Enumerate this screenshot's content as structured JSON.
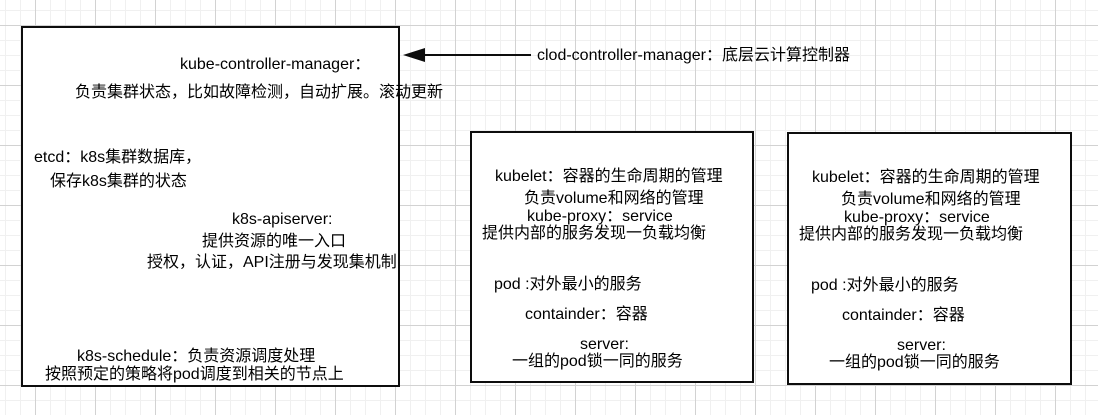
{
  "colors": {
    "stroke": "#0d0d0d",
    "text": "#000000",
    "grid_minor": "#f0f0f0",
    "grid_major": "#d2d2d2",
    "box_fill": "#ffffff"
  },
  "annotation": {
    "label": "clod-controller-manager：底层云计算控制器",
    "arrow_icon": "left-arrow"
  },
  "master_box": {
    "line1": "kube-controller-manager：",
    "line2": "负责集群状态，比如故障检测，自动扩展。滚动更新",
    "line3": "etcd：k8s集群数据库，",
    "line4": "保存k8s集群的状态",
    "line5": "k8s-apiserver:",
    "line6": "提供资源的唯一入口",
    "line7": "授权，认证，API注册与发现集机制",
    "line8": "k8s-schedule：负责资源调度处理",
    "line9": "按照预定的策略将pod调度到相关的节点上"
  },
  "worker_box": {
    "line1": "kubelet：容器的生命周期的管理",
    "line2": "负责volume和网络的管理",
    "line3": "kube-proxy：service",
    "line4": "提供内部的服务发现一负载均衡",
    "line5": "pod :对外最小的服务",
    "line6": "containder：容器",
    "line7": "server:",
    "line8": "一组的pod锁一同的服务"
  }
}
